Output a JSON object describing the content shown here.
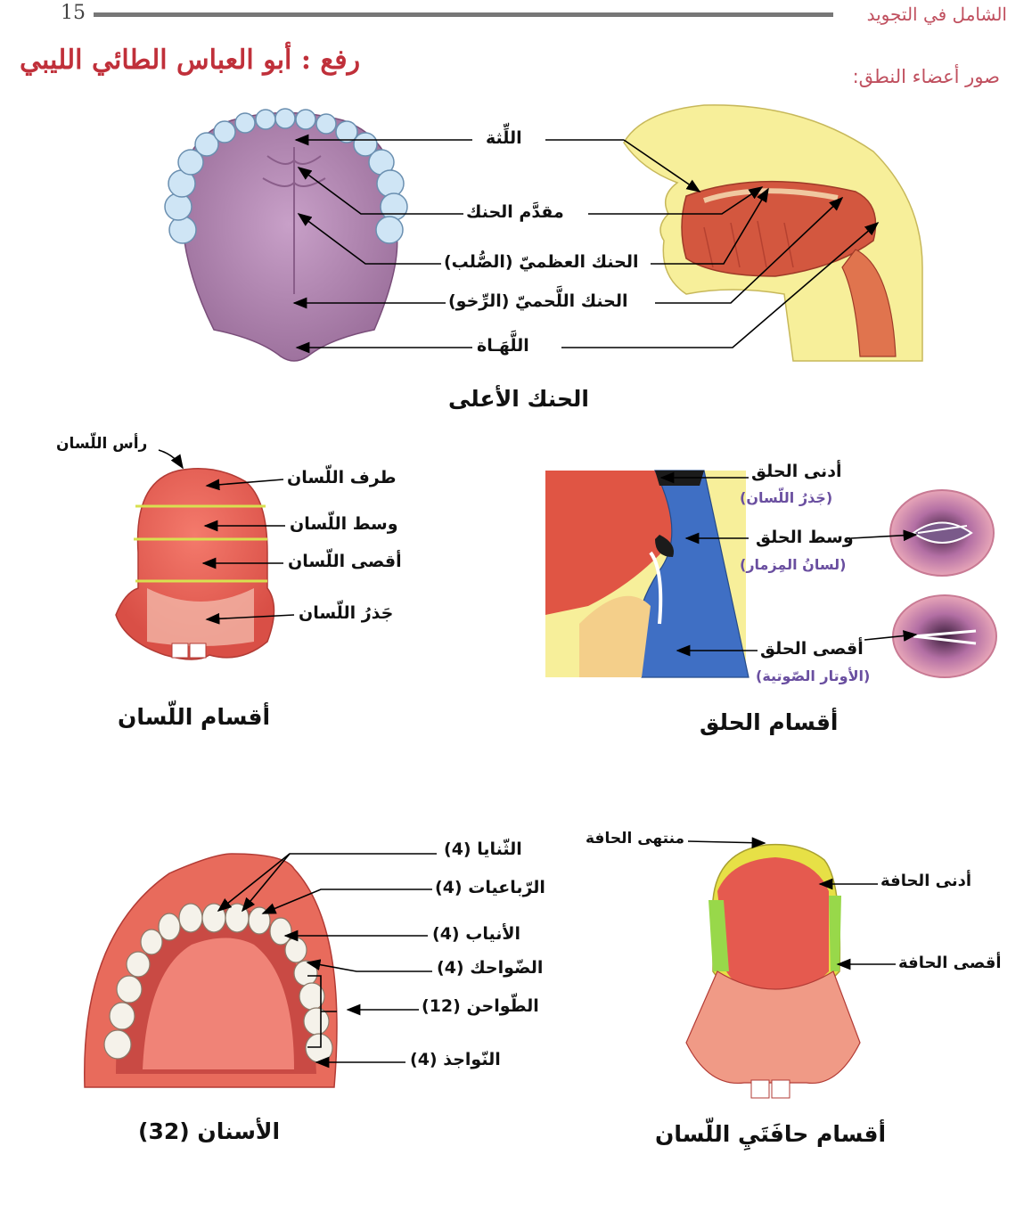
{
  "header": {
    "page_number": "15",
    "book_title": "الشامل في التجويد",
    "stamp": "رفع : أبو العباس الطائي الليبي",
    "section_title": "صور أعضاء النطق:"
  },
  "palate": {
    "caption": "الحنك الأعلى",
    "labels": {
      "gum": "اللِّثة",
      "front_palate": "مقدَّم الحنك",
      "hard_palate": "الحنك العظميّ (الصُّلب)",
      "soft_palate": "الحنك اللَّحميّ (الرِّخو)",
      "uvula": "اللَّهَـاة"
    }
  },
  "tongue": {
    "caption": "أقسام اللّسان",
    "labels": {
      "head": "رأس اللّسان",
      "tip": "طرف اللّسان",
      "middle": "وسط اللّسان",
      "back": "أقصى اللّسان",
      "root": "جَذرُ اللّسان"
    }
  },
  "throat": {
    "caption": "أقسام الحلق",
    "labels": {
      "upper": "أدنى الحلق",
      "upper_sub": "(جَذرُ اللّسان)",
      "middle": "وسط الحلق",
      "middle_sub": "(لسانُ المِزمار)",
      "lower": "أقصى الحلق",
      "lower_sub": "(الأوتار الصّوتية)"
    }
  },
  "teeth": {
    "caption_text": "الأسنان",
    "caption_count": "(32)",
    "labels": {
      "incisors": "الثّنايا",
      "incisors_count": "(4)",
      "laterals": "الرّباعيات",
      "laterals_count": "(4)",
      "canines": "الأنياب",
      "canines_count": "(4)",
      "premolars": "الضّواحك",
      "premolars_count": "(4)",
      "molars": "الطّواحن",
      "molars_count": "(12)",
      "wisdom": "النّواجذ",
      "wisdom_count": "(4)"
    }
  },
  "edges": {
    "caption": "أقسام حافَتَيِ اللّسان",
    "labels": {
      "end": "منتهى الحافة",
      "near": "أدنى الحافة",
      "far": "أقصى الحافة"
    }
  }
}
